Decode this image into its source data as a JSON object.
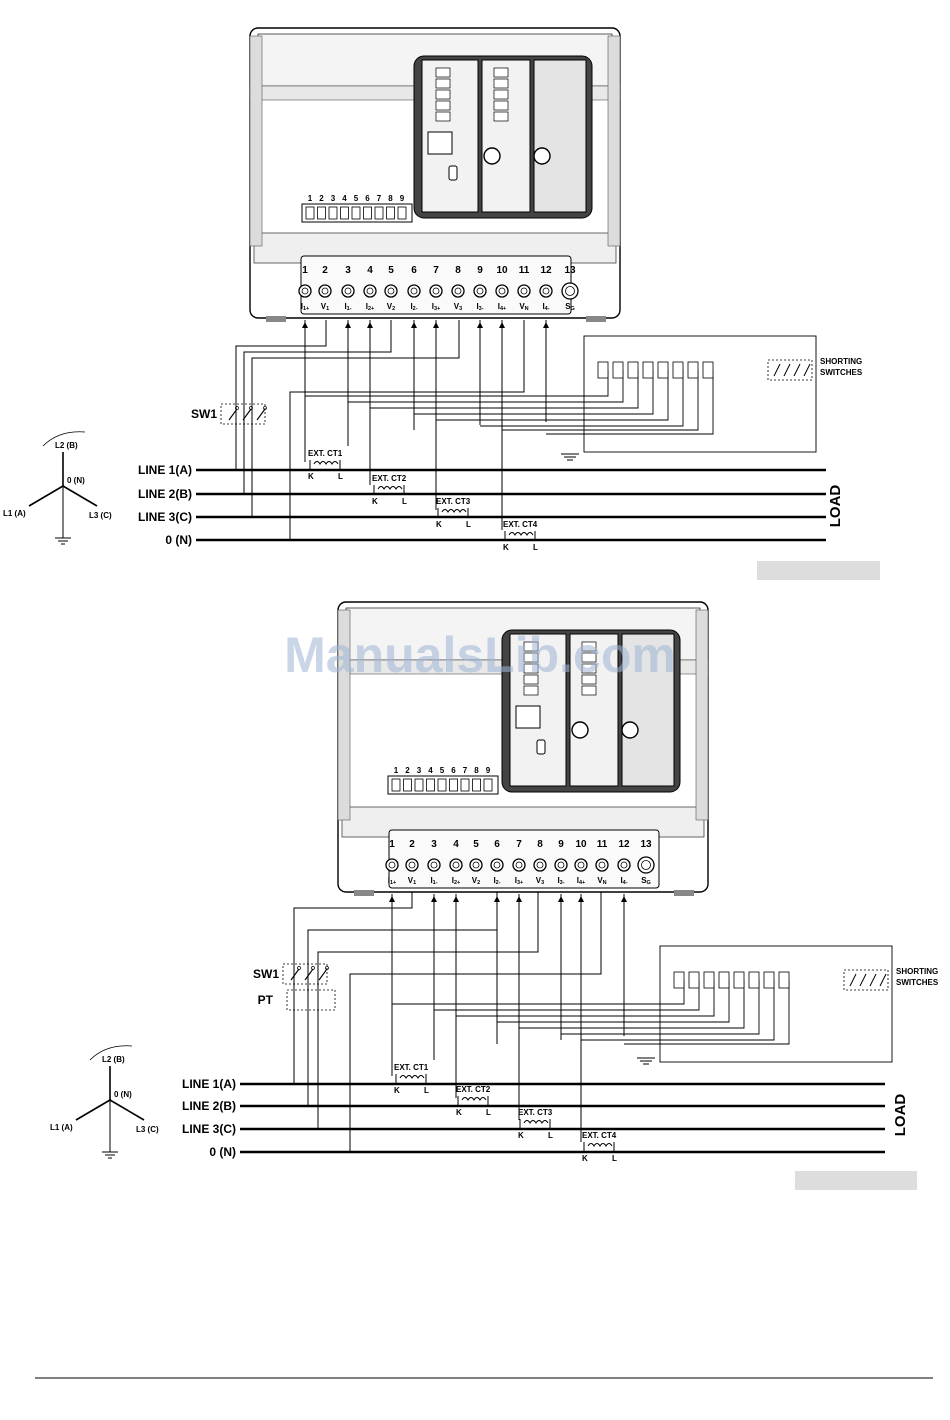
{
  "watermark": "ManualsLib.com",
  "colors": {
    "line": "#000000",
    "caption_box": "#dddddd",
    "watermark": "#9fb6d6"
  },
  "diagrams": [
    {
      "terminal_numbers": [
        "1",
        "2",
        "3",
        "4",
        "5",
        "6",
        "7",
        "8",
        "9",
        "10",
        "11",
        "12",
        "13"
      ],
      "terminal_signals": [
        "I1+",
        "V1",
        "I1-",
        "I2+",
        "V2",
        "I2-",
        "I3+",
        "V3",
        "I3-",
        "I4+",
        "VN",
        "I4-",
        "SG"
      ],
      "connector_pins": [
        "1",
        "2",
        "3",
        "4",
        "5",
        "6",
        "7",
        "8",
        "9"
      ],
      "lines": [
        "LINE 1(A)",
        "LINE 2(B)",
        "LINE 3(C)",
        "0 (N)"
      ],
      "ct_labels": [
        "EXT. CT1",
        "EXT. CT2",
        "EXT. CT3",
        "EXT. CT4"
      ],
      "ct_k": "K",
      "ct_l": "L",
      "switch_label": "SW1",
      "pt_label": "",
      "shorting_label": [
        "SHORTING",
        "SWITCHES"
      ],
      "load_label": "LOAD",
      "phasor_labels": {
        "b": "L2 (B)",
        "n": "0 (N)",
        "a": "L1 (A)",
        "c": "L3 (C)"
      }
    },
    {
      "terminal_numbers": [
        "1",
        "2",
        "3",
        "4",
        "5",
        "6",
        "7",
        "8",
        "9",
        "10",
        "11",
        "12",
        "13"
      ],
      "terminal_signals": [
        "I1+",
        "V1",
        "I1-",
        "I2+",
        "V2",
        "I2-",
        "I3+",
        "V3",
        "I3-",
        "I4+",
        "VN",
        "I4-",
        "SG"
      ],
      "connector_pins": [
        "1",
        "2",
        "3",
        "4",
        "5",
        "6",
        "7",
        "8",
        "9"
      ],
      "lines": [
        "LINE 1(A)",
        "LINE 2(B)",
        "LINE 3(C)",
        "0 (N)"
      ],
      "ct_labels": [
        "EXT. CT1",
        "EXT. CT2",
        "EXT. CT3",
        "EXT. CT4"
      ],
      "ct_k": "K",
      "ct_l": "L",
      "switch_label": "SW1",
      "pt_label": "PT",
      "shorting_label": [
        "SHORTING",
        "SWITCHES"
      ],
      "load_label": "LOAD",
      "phasor_labels": {
        "b": "L2 (B)",
        "n": "0 (N)",
        "a": "L1 (A)",
        "c": "L3 (C)"
      }
    }
  ]
}
